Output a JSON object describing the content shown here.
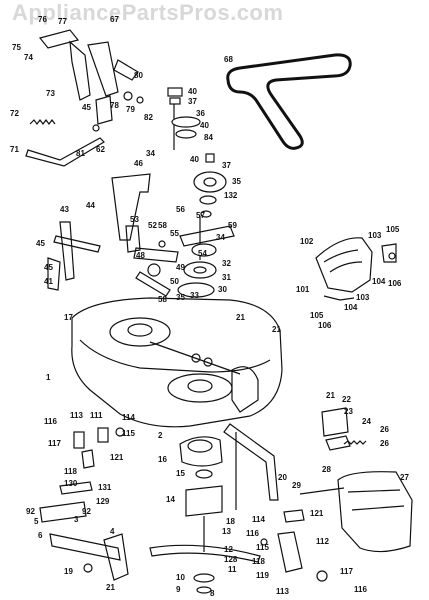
{
  "watermark": "AppliancePartsPros.com",
  "callouts": [
    "76",
    "77",
    "67",
    "75",
    "74",
    "68",
    "80",
    "73",
    "40",
    "37",
    "78",
    "79",
    "82",
    "72",
    "45",
    "62",
    "36",
    "40",
    "84",
    "71",
    "81",
    "34",
    "40",
    "37",
    "46",
    "35",
    "132",
    "44",
    "43",
    "56",
    "57",
    "53",
    "58",
    "52",
    "45",
    "55",
    "59",
    "54",
    "102",
    "48",
    "49",
    "34",
    "103",
    "105",
    "45",
    "41",
    "31",
    "50",
    "32",
    "101",
    "30",
    "104",
    "106",
    "103",
    "33",
    "17",
    "58",
    "35",
    "21",
    "105",
    "104",
    "21",
    "106",
    "1",
    "21",
    "22",
    "23",
    "24",
    "26",
    "116",
    "113",
    "111",
    "114",
    "26",
    "2",
    "117",
    "115",
    "121",
    "16",
    "118",
    "15",
    "28",
    "20",
    "27",
    "130",
    "131",
    "14",
    "29",
    "129",
    "92",
    "5",
    "18",
    "121",
    "114",
    "92",
    "3",
    "4",
    "6",
    "13",
    "116",
    "112",
    "12",
    "128",
    "115",
    "11",
    "19",
    "118",
    "10",
    "9",
    "119",
    "117",
    "21",
    "8",
    "113",
    "116"
  ]
}
